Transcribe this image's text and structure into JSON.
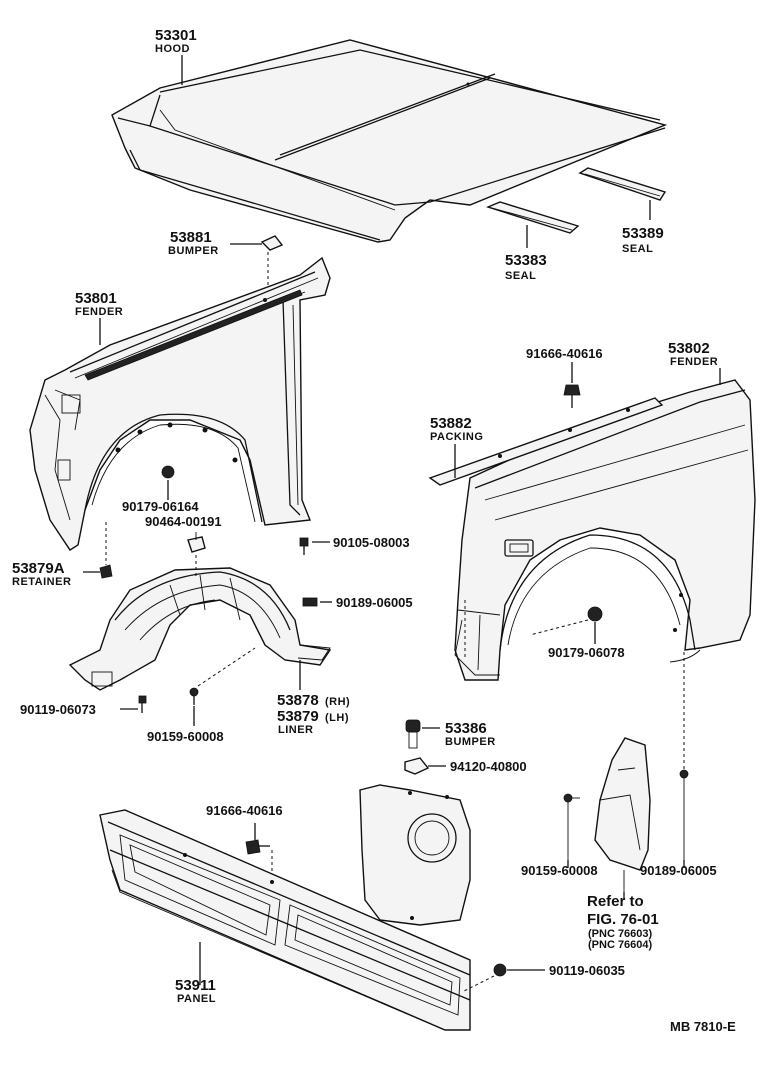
{
  "parts": {
    "hood": {
      "number": "53301",
      "name": "HOOD"
    },
    "seal_53383": {
      "number": "53383",
      "name": "SEAL"
    },
    "seal_53389": {
      "number": "53389",
      "name": "SEAL"
    },
    "bumper_53881": {
      "number": "53881",
      "name": "BUMPER"
    },
    "fender_lh": {
      "number": "53801",
      "name": "FENDER"
    },
    "fender_rh": {
      "number": "53802",
      "name": "FENDER"
    },
    "packing": {
      "number": "53882",
      "name": "PACKING"
    },
    "retainer": {
      "number": "53879A",
      "name": "RETAINER"
    },
    "liner": {
      "number_rh": "53878",
      "tag_rh": "(RH)",
      "number_lh": "53879",
      "tag_lh": "(LH)",
      "name": "LINER"
    },
    "bumper_53386": {
      "number": "53386",
      "name": "BUMPER"
    },
    "panel": {
      "number": "53911",
      "name": "PANEL"
    }
  },
  "fasteners": {
    "f_91666_top": "91666-40616",
    "f_90179_06164": "90179-06164",
    "f_90464": "90464-00191",
    "f_90105": "90105-08003",
    "f_90189_left": "90189-06005",
    "f_90179_06078": "90179-06078",
    "f_90119_06073": "90119-06073",
    "f_90159_left": "90159-60008",
    "f_94120": "94120-40800",
    "f_91666_bottom": "91666-40616",
    "f_90159_right": "90159-60008",
    "f_90189_right": "90189-06005",
    "f_90119_06035": "90119-06035"
  },
  "reference": {
    "line1": "Refer to",
    "line2": "FIG. 76-01",
    "line3": "(PNC 76603)",
    "line4": "(PNC 76604)"
  },
  "footer": {
    "code": "MB  7810-E"
  }
}
